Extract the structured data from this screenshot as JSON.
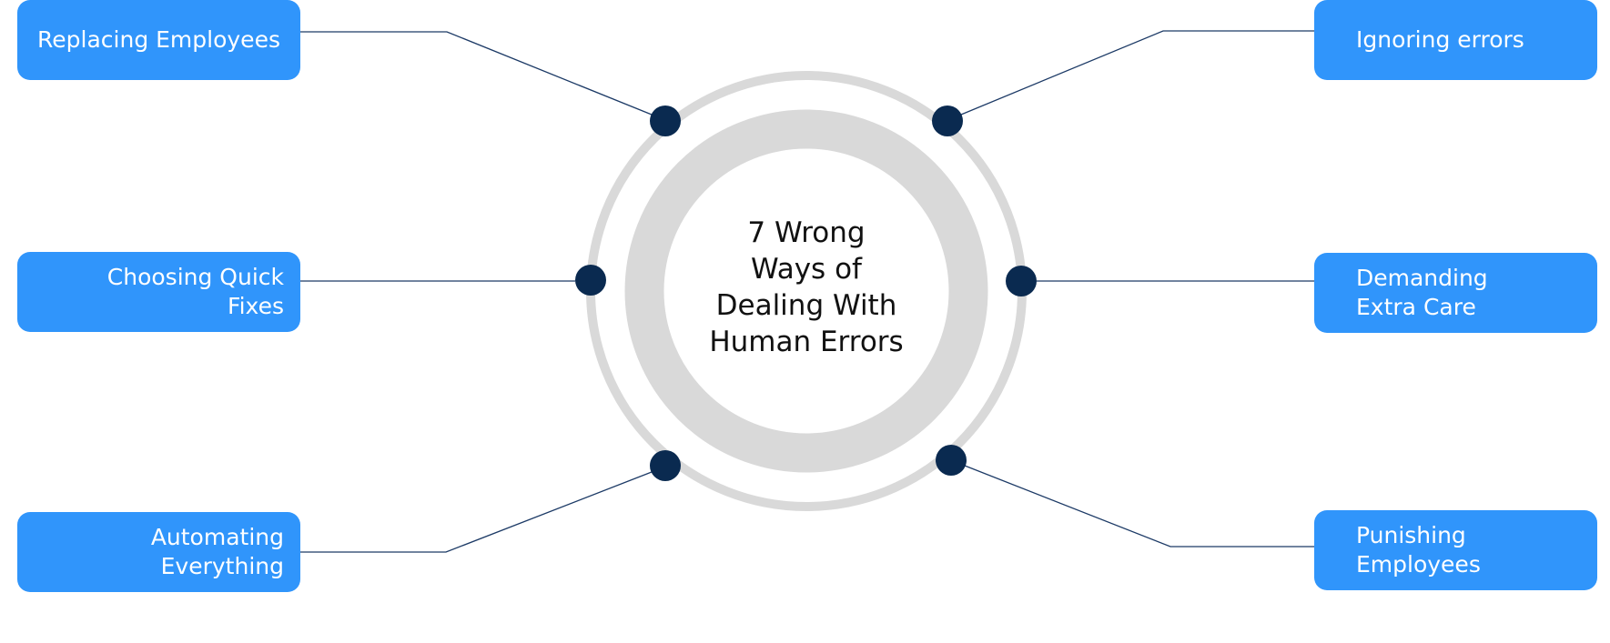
{
  "diagram": {
    "title_lines": [
      "7 Wrong",
      "Ways of",
      "Dealing With",
      "Human Errors"
    ],
    "colors": {
      "box": "#3095fb",
      "box_text": "#ffffff",
      "dot": "#0a2a50",
      "connector": "#1c3a66",
      "ring": "#d9d9d9",
      "title_text": "#111111"
    },
    "items": [
      {
        "id": "replacing-employees",
        "side": "left",
        "lines": [
          "Replacing Employees"
        ]
      },
      {
        "id": "choosing-quick-fixes",
        "side": "left",
        "lines": [
          "Choosing Quick",
          "Fixes"
        ]
      },
      {
        "id": "automating-everything",
        "side": "left",
        "lines": [
          "Automating",
          "Everything"
        ]
      },
      {
        "id": "ignoring-errors",
        "side": "right",
        "lines": [
          "Ignoring errors"
        ]
      },
      {
        "id": "demanding-extra-care",
        "side": "right",
        "lines": [
          "Demanding",
          "Extra Care"
        ]
      },
      {
        "id": "punishing-employees",
        "side": "right",
        "lines": [
          "Punishing",
          "Employees"
        ]
      }
    ]
  }
}
